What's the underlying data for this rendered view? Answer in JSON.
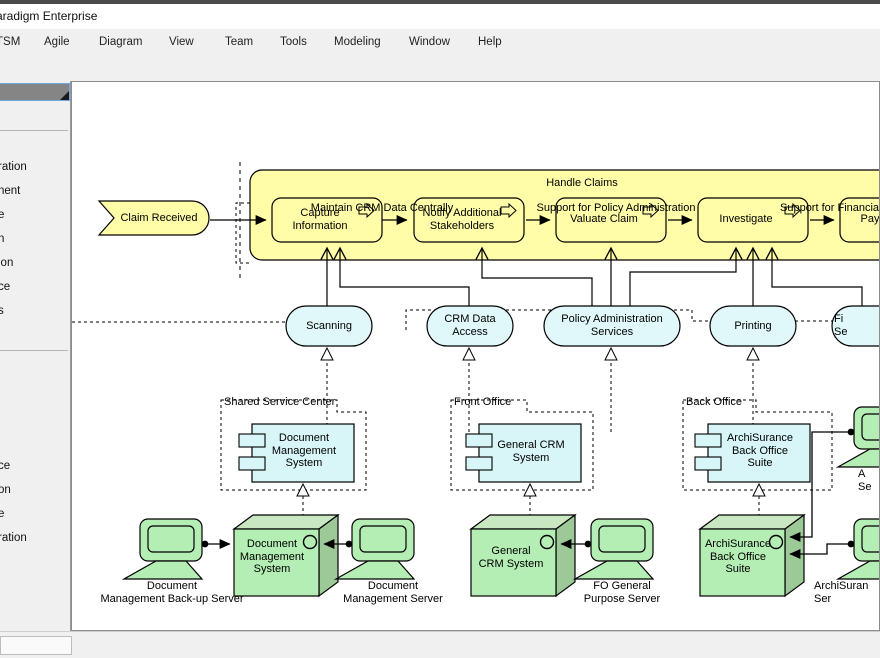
{
  "window": {
    "title": "l Paradigm Enterprise"
  },
  "menubar": {
    "items": [
      {
        "label": "TSM"
      },
      {
        "label": "Agile"
      },
      {
        "label": "Diagram"
      },
      {
        "label": "View"
      },
      {
        "label": "Team"
      },
      {
        "label": "Tools"
      },
      {
        "label": "Modeling"
      },
      {
        "label": "Window"
      },
      {
        "label": "Help"
      }
    ]
  },
  "sidebar": {
    "group1": [
      {
        "label": "ration"
      },
      {
        "label": "nent"
      },
      {
        "label": "e"
      },
      {
        "label": "n"
      },
      {
        "label": "ion"
      },
      {
        "label": "ce"
      },
      {
        "label": "s"
      }
    ],
    "group2": [
      {
        "label": "ce"
      },
      {
        "label": "on"
      },
      {
        "label": "e"
      },
      {
        "label": "ration"
      }
    ]
  },
  "diagram": {
    "goals": [
      {
        "label": "Maintain CRM Data Centrally"
      },
      {
        "label": "Support for Policy Administration"
      },
      {
        "label": "Support for Financial"
      }
    ],
    "process_group_label": "Handle Claims",
    "event": {
      "label": "Claim Received"
    },
    "processes": [
      {
        "label": "Capture\nInformation"
      },
      {
        "label": "Notify Additional\nStakeholders"
      },
      {
        "label": "Valuate Claim"
      },
      {
        "label": "Investigate"
      },
      {
        "label": "Pay"
      }
    ],
    "services": [
      {
        "label": "Scanning"
      },
      {
        "label": "CRM Data\nAccess"
      },
      {
        "label": "Policy Administration\nServices"
      },
      {
        "label": "Printing"
      },
      {
        "label": "Fi\nSe"
      }
    ],
    "locations": [
      {
        "label": "Shared Service Center"
      },
      {
        "label": "Front Office"
      },
      {
        "label": "Back Office"
      }
    ],
    "components": [
      {
        "label": "Document\nManagement\nSystem"
      },
      {
        "label": "General CRM\nSystem"
      },
      {
        "label": "ArchiSurance\nBack Office\nSuite"
      }
    ],
    "nodes": [
      {
        "label": "Document\nManagement\nSystem"
      },
      {
        "label": "General\nCRM System"
      },
      {
        "label": "ArchiSurance\nBack Office\nSuite"
      }
    ],
    "devices": [
      {
        "label": "Document\nManagement Back-up Server"
      },
      {
        "label": "Document\nManagement Server"
      },
      {
        "label": "FO General\nPurpose Server"
      },
      {
        "label": "A\nSe"
      },
      {
        "label": "ArchiSuran\nSer"
      }
    ]
  },
  "colors": {
    "goal_fill": "#b0b0ee",
    "process_fill": "#fffda8",
    "group_fill": "#fffda8",
    "service_fill": "#e0f8fa",
    "component_fill": "#d8f5f7",
    "node_fill": "#b4eeb4",
    "node_top": "#c9e8c2",
    "node_side": "#9cc997",
    "stroke": "#000000"
  }
}
